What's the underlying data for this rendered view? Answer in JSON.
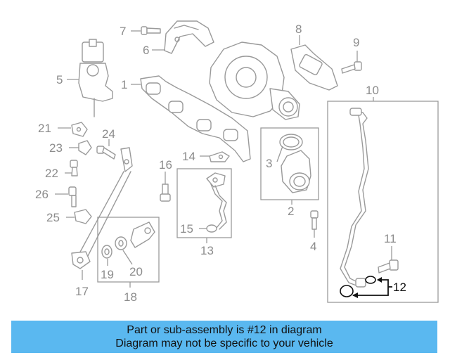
{
  "callouts": {
    "c1": "1",
    "c2": "2",
    "c3": "3",
    "c4": "4",
    "c5": "5",
    "c6": "6",
    "c7": "7",
    "c8": "8",
    "c9": "9",
    "c10": "10",
    "c11": "11",
    "c12": "12",
    "c13": "13",
    "c14": "14",
    "c15": "15",
    "c16": "16",
    "c17": "17",
    "c18": "18",
    "c19": "19",
    "c20": "20",
    "c21": "21",
    "c22": "22",
    "c23": "23",
    "c24": "24",
    "c25": "25",
    "c26": "26"
  },
  "highlighted_part": "12",
  "colors": {
    "banner": "#5ab8f0",
    "highlight": "#111111",
    "part_line": "#9a9a9a"
  },
  "banner": {
    "line1": "Part or sub-assembly is #12 in diagram",
    "line2": "Diagram may not be specific to your vehicle"
  }
}
